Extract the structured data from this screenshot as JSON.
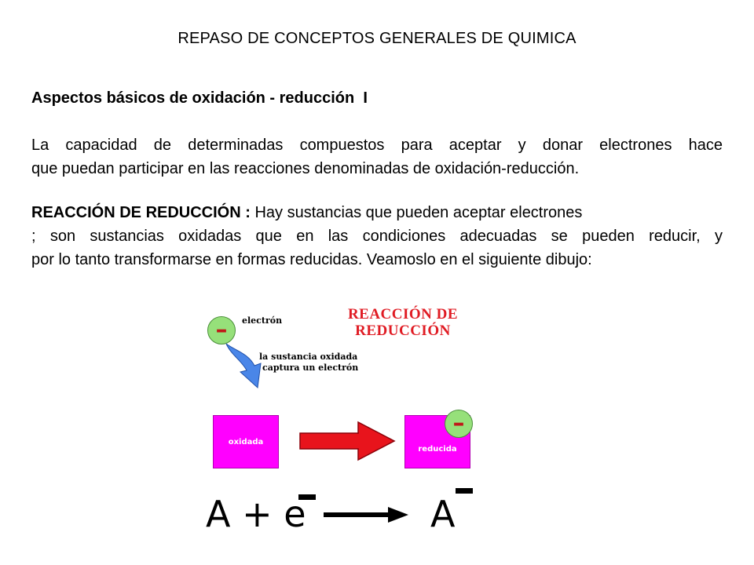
{
  "title": "REPASO DE CONCEPTOS GENERALES DE QUIMICA",
  "heading": "Aspectos básicos de oxidación - reducción  I",
  "intro": {
    "line1": "La capacidad de determinadas compuestos para aceptar y donar electrones hace",
    "line2": "que puedan participar en las reacciones denominadas de oxidación-reducción."
  },
  "reduction": {
    "label": "REACCIÓN DE REDUCCIÓN :",
    "line1_rest": " Hay sustancias que pueden aceptar electrones",
    "line2": ";  son sustancias oxidadas que en las condiciones adecuadas se pueden reducir, y",
    "line3": "por lo tanto transformarse en formas reducidas.  Veamoslo en el siguiente dibujo:"
  },
  "diagram": {
    "minus_sign": "–",
    "electron_label": "electrón",
    "caption_line1": "la sustancia oxidada",
    "caption_line2": "captura un electrón",
    "title_line1": "REACCIÓN DE",
    "title_line2": "REDUCCIÓN",
    "box_left": "oxidada",
    "box_right": "reducida",
    "colors": {
      "box": "#ff00ff",
      "title": "#e01c24",
      "arrow": "#e8141c",
      "electron": "#96e07a",
      "curved_arrow": "#4a86e8"
    }
  },
  "equation": {
    "lhs": "A + e",
    "charge": "-",
    "rhs": "A"
  }
}
